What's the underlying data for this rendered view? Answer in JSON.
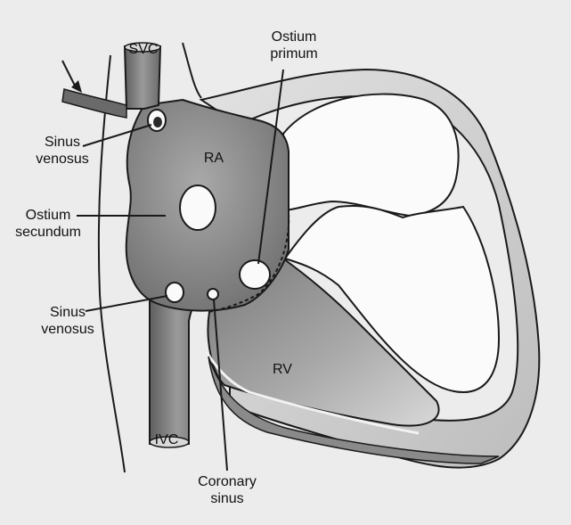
{
  "labels": {
    "svc": "SVC",
    "ra": "RA",
    "rv": "RV",
    "ivc": "IVC",
    "ostium_primum": [
      "Ostium",
      "primum"
    ],
    "sinus_venosus_upper": [
      "Sinus",
      "venosus"
    ],
    "ostium_secundum": [
      "Ostium",
      "secundum"
    ],
    "sinus_venosus_lower": [
      "Sinus",
      "venosus"
    ],
    "coronary_sinus": [
      "Coronary",
      "sinus"
    ]
  },
  "colors": {
    "background": "#ececec",
    "chamber_fill": "#8e8e8e",
    "vein_fill": "#7c7c7c",
    "outline": "#1a1a1a"
  }
}
